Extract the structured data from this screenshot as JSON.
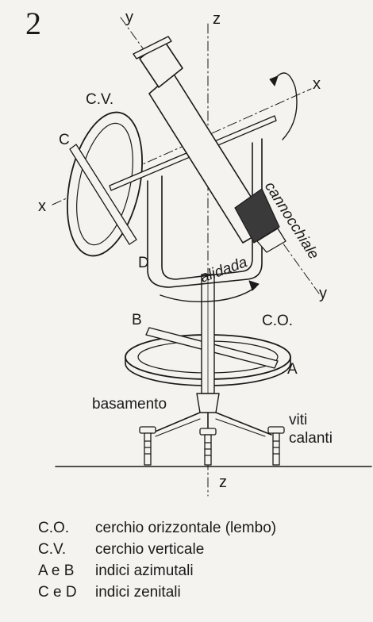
{
  "figure_number": "2",
  "axes": {
    "z_top": "z",
    "z_bottom": "z",
    "y_top": "y",
    "y_bottom": "y",
    "x_left": "x",
    "x_right": "x"
  },
  "labels": {
    "cv": "C.V.",
    "co": "C.O.",
    "c": "C",
    "d": "D",
    "a": "A",
    "b": "B",
    "cannocchiale": "cannocchiale",
    "alidada": "alidada",
    "basamento": "basamento",
    "viti": "viti",
    "calanti": "calanti"
  },
  "legend": [
    {
      "key": "C.O.",
      "text": "cerchio orizzontale (lembo)"
    },
    {
      "key": "C.V.",
      "text": "cerchio verticale"
    },
    {
      "key": "A e B",
      "text": "indici azimutali"
    },
    {
      "key": "C e D",
      "text": "indici zenitali"
    }
  ]
}
